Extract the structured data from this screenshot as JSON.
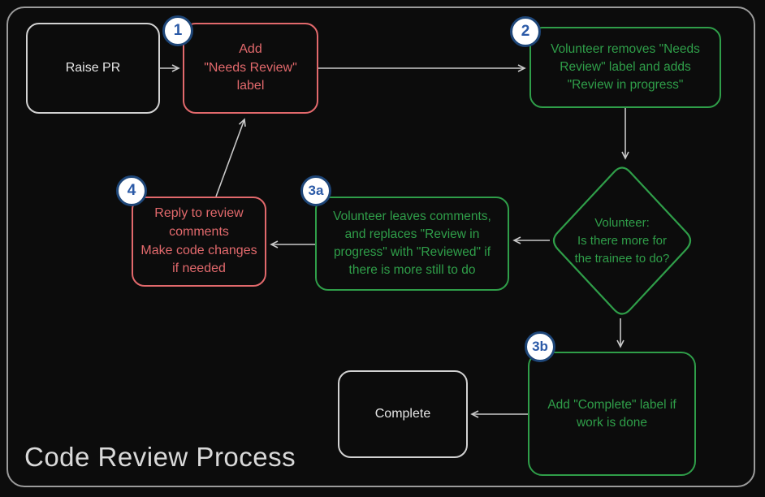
{
  "title": "Code Review Process",
  "colors": {
    "red": "#e2696c",
    "green": "#2f9e49",
    "neutral": "#e6e6e6",
    "arrow": "#c9c9c9",
    "badge_fill": "#ffffff",
    "badge_border": "#1e4678",
    "badge_text": "#2b5aa7",
    "background": "#0c0c0c",
    "frame_border": "#9b9b9b",
    "title_color": "#d9d9d9"
  },
  "nodes": {
    "raise_pr": {
      "label": "Raise PR"
    },
    "step1": {
      "badge": "1",
      "label": "Add\n\"Needs Review\"\nlabel"
    },
    "step2": {
      "badge": "2",
      "label": "Volunteer removes \"Needs\nReview\" label and adds\n\"Review in progress\""
    },
    "decision": {
      "label": "Volunteer:\nIs there more for\nthe trainee to do?"
    },
    "step3a": {
      "badge": "3a",
      "label": "Volunteer leaves comments,\nand replaces \"Review in\nprogress\" with \"Reviewed\" if\nthere is more still to do"
    },
    "step4": {
      "badge": "4",
      "label": "Reply to review\ncomments\nMake code changes\nif needed"
    },
    "step3b": {
      "badge": "3b",
      "label": "Add \"Complete\" label if\nwork is done"
    },
    "complete": {
      "label": "Complete"
    }
  }
}
